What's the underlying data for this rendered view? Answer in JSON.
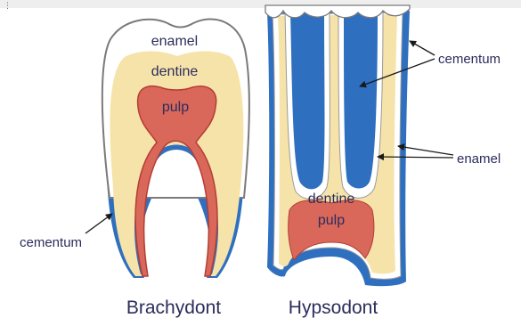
{
  "diagram": {
    "colors": {
      "enamel": "#ffffff",
      "dentine": "#f6e3aa",
      "pulp": "#d9685b",
      "pulp_edge": "#b43d32",
      "cementum": "#2f6fc0",
      "outline": "#7a7a7a",
      "text": "#2b2d5c"
    },
    "brachydont": {
      "caption": "Brachydont",
      "enamel": "enamel",
      "dentine": "dentine",
      "pulp": "pulp",
      "cementum": "cementum"
    },
    "hypsodont": {
      "caption": "Hypsodont",
      "cementum": "cementum",
      "enamel": "enamel",
      "dentine": "dentine",
      "pulp": "pulp"
    }
  }
}
